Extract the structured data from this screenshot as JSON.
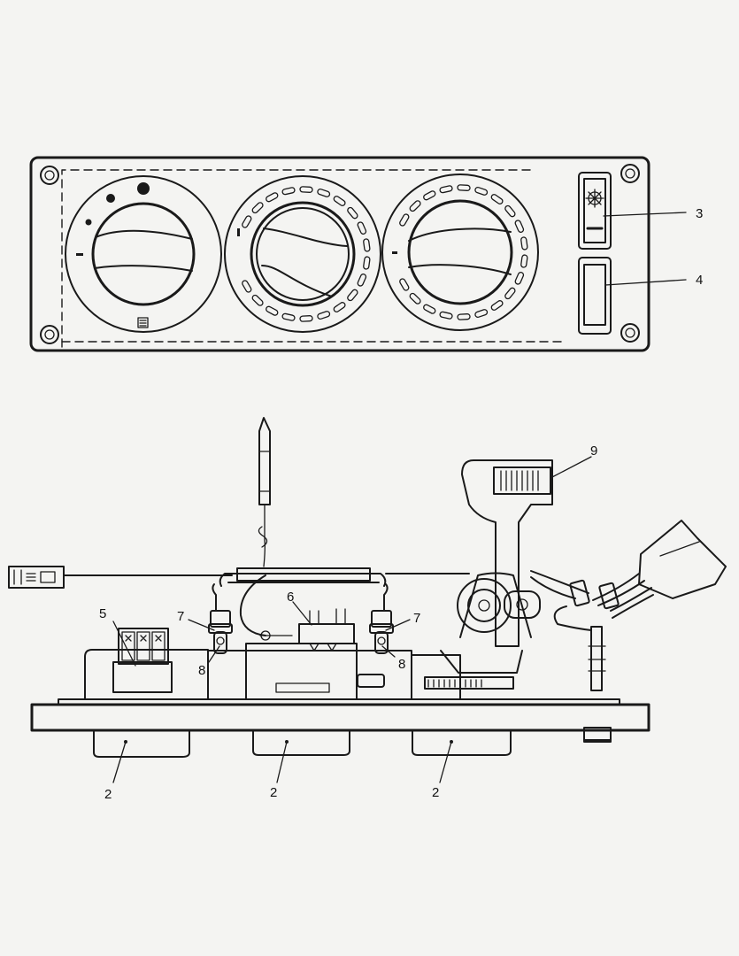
{
  "callouts": {
    "c2a": "2",
    "c2b": "2",
    "c2c": "2",
    "c3": "3",
    "c4": "4",
    "c5": "5",
    "c6": "6",
    "c7a": "7",
    "c7b": "7",
    "c8a": "8",
    "c8b": "8",
    "c9": "9"
  },
  "colors": {
    "ink": "#1a1a1a",
    "paper": "#f4f4f2"
  }
}
